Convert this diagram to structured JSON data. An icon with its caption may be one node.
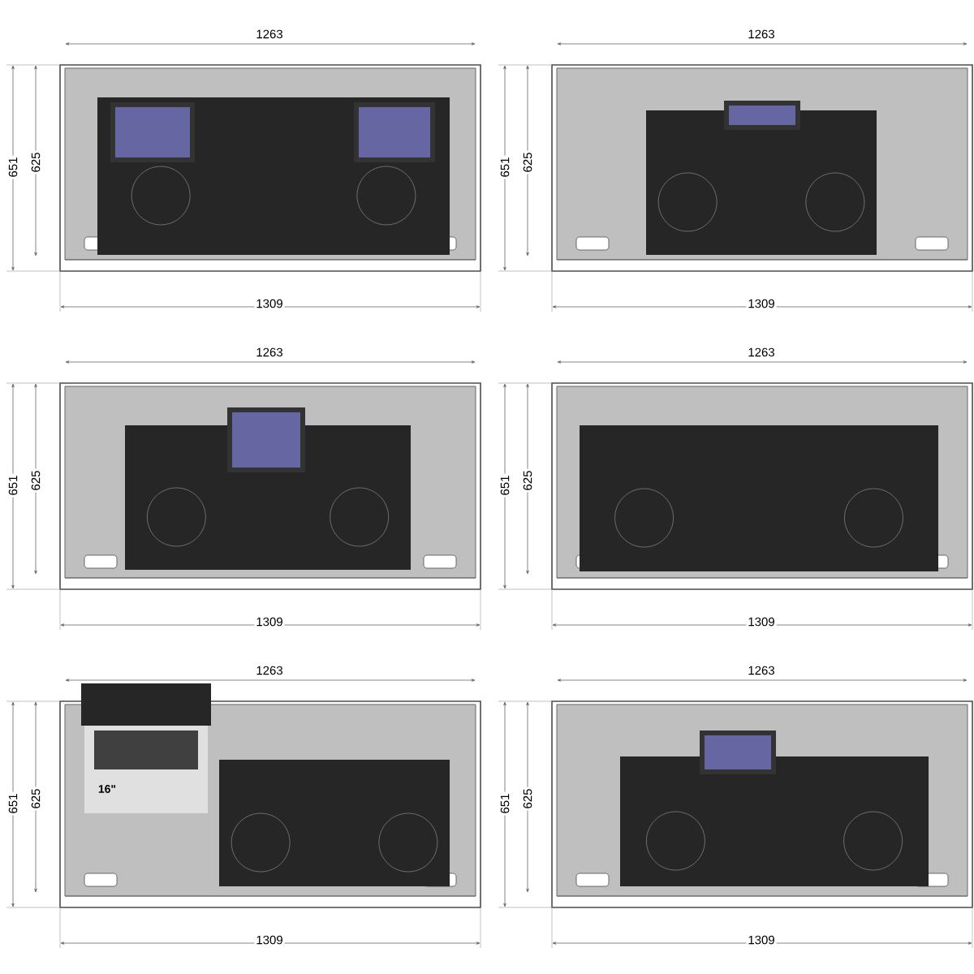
{
  "diagram": {
    "labels": [
      "1263",
      "651",
      "625",
      "1309",
      "1263",
      "651",
      "625",
      "1309",
      "1263",
      "651",
      "625",
      "1309",
      "1263",
      "651",
      "625",
      "1309",
      "1263",
      "651",
      "625",
      "16\"",
      "1309",
      "1263",
      "651",
      "625",
      "1309"
    ]
  }
}
